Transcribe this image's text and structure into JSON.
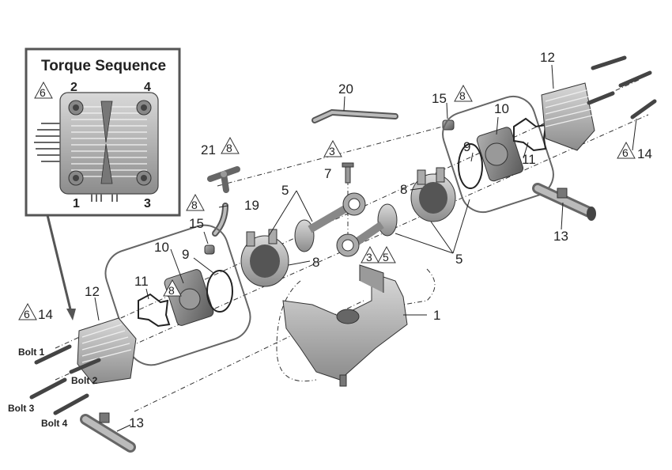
{
  "inset": {
    "title": "Torque Sequence",
    "badge": "6",
    "corner_1": "1",
    "corner_2": "2",
    "corner_3": "3",
    "corner_4": "4"
  },
  "callouts": {
    "c20": "20",
    "c15_right": "15",
    "c15_right_badge": "8",
    "c12_right": "12",
    "c10_right": "10",
    "c9_right": "9",
    "c11_right": "11",
    "c14_right": "14",
    "c14_right_badge": "6",
    "c21": "21",
    "c21_badge": "8",
    "c7": "7",
    "c7_badge": "3",
    "c8_right": "8",
    "c5_top": "5",
    "c19": "19",
    "c15_left": "15",
    "c15_left_badge": "8",
    "c10_left": "10",
    "c9_left": "9",
    "c11_left": "11",
    "c8_left": "8",
    "c8_left_badge": "8",
    "c5_right": "5",
    "c5_mid_badge_a": "3",
    "c5_mid_badge_b": "5",
    "c13_right": "13",
    "c1": "1",
    "c12_left": "12",
    "c14_left": "14",
    "c14_left_badge": "6",
    "c13_left": "13"
  },
  "bolts": {
    "bolt1": "Bolt 1",
    "bolt2": "Bolt 2",
    "bolt3": "Bolt 3",
    "bolt4": "Bolt 4"
  }
}
